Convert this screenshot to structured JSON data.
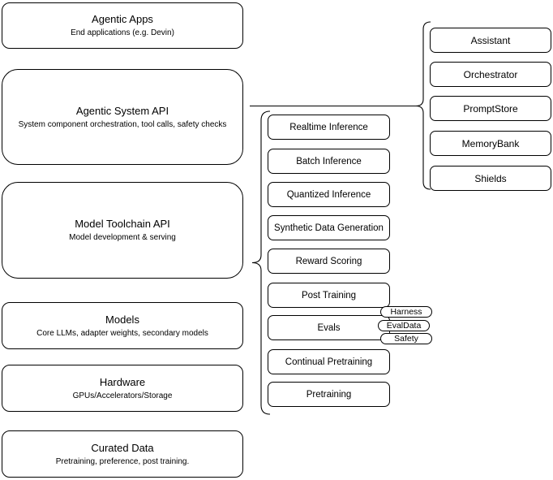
{
  "diagram": {
    "left_stack": [
      {
        "title": "Agentic Apps",
        "subtitle": "End applications (e.g. Devin)"
      },
      {
        "title": "Agentic System API",
        "subtitle": "System component orchestration, tool calls, safety checks"
      },
      {
        "title": "Model Toolchain API",
        "subtitle": "Model development & serving"
      },
      {
        "title": "Models",
        "subtitle": "Core LLMs, adapter weights, secondary models"
      },
      {
        "title": "Hardware",
        "subtitle": "GPUs/Accelerators/Storage"
      },
      {
        "title": "Curated Data",
        "subtitle": "Pretraining, preference, post training."
      }
    ],
    "toolchain_components": [
      "Realtime Inference",
      "Batch Inference",
      "Quantized Inference",
      "Synthetic Data Generation",
      "Reward Scoring",
      "Post Training",
      "Evals",
      "Continual Pretraining",
      "Pretraining"
    ],
    "evals_sub_components": [
      "Harness",
      "EvalData",
      "Safety"
    ],
    "system_components": [
      "Assistant",
      "Orchestrator",
      "PromptStore",
      "MemoryBank",
      "Shields"
    ],
    "colors": {
      "stroke": "#000000",
      "fill": "#ffffff",
      "background": "#ffffff"
    }
  }
}
